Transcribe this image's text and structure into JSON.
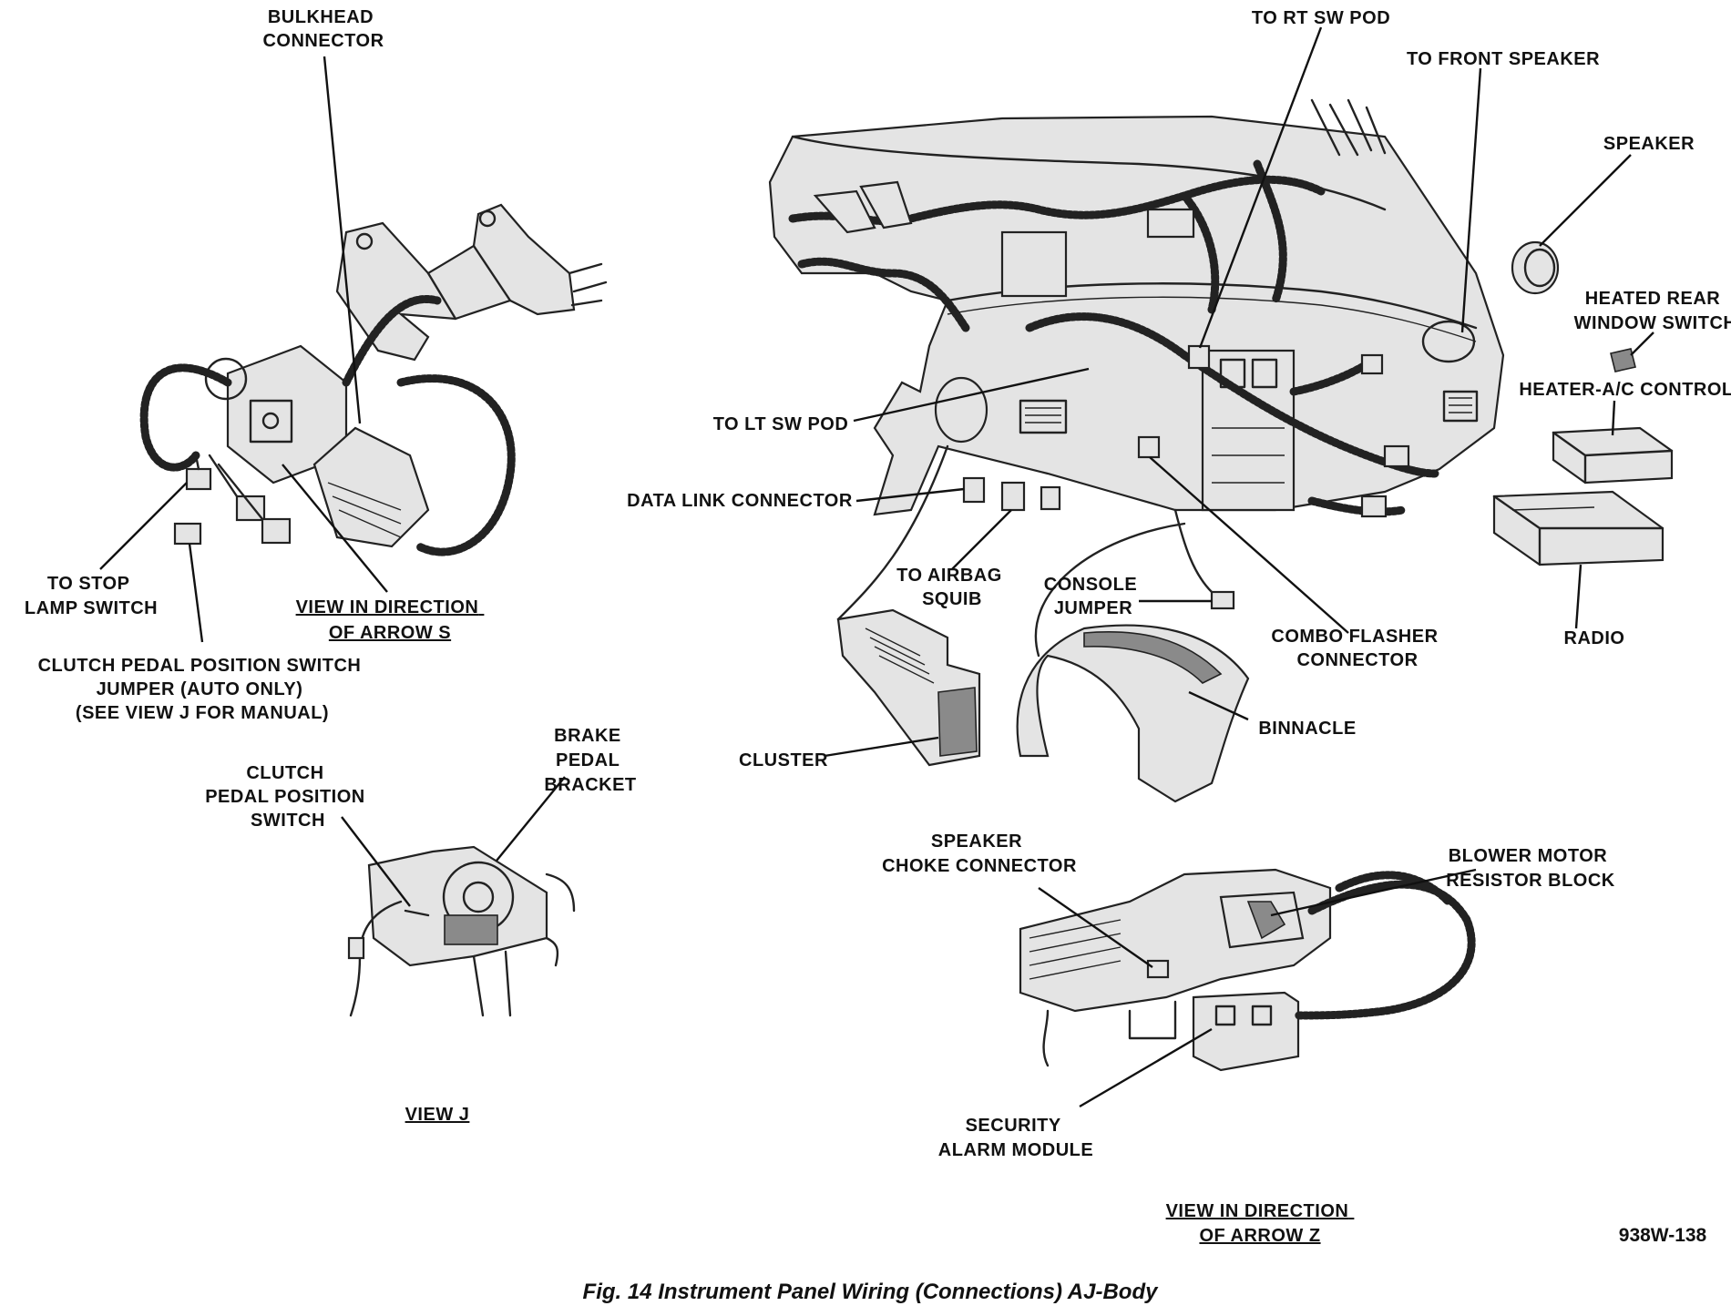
{
  "labels": {
    "bulkhead_connector": [
      "BULKHEAD",
      "CONNECTOR"
    ],
    "to_stop_lamp_switch": [
      "TO STOP",
      "LAMP SWITCH"
    ],
    "view_arrow_s": [
      "VIEW IN DIRECTION",
      "OF ARROW S"
    ],
    "clutch_jumper": [
      "CLUTCH PEDAL POSITION SWITCH",
      "JUMPER (AUTO ONLY)",
      "(SEE VIEW J FOR MANUAL)"
    ],
    "clutch_pedal_position_switch": [
      "CLUTCH",
      "PEDAL POSITION",
      "SWITCH"
    ],
    "brake_pedal_bracket": [
      "BRAKE",
      "PEDAL",
      "BRACKET"
    ],
    "view_j": "VIEW J",
    "to_rt_sw_pod": "TO RT SW POD",
    "to_front_speaker": "TO FRONT SPEAKER",
    "speaker": "SPEAKER",
    "heated_rear_window_switch": [
      "HEATED REAR",
      "WINDOW SWITCH"
    ],
    "heater_ac_control": "HEATER-A/C CONTROL",
    "to_lt_sw_pod": "TO LT SW POD",
    "data_link_connector": "DATA LINK CONNECTOR",
    "to_airbag_squib": [
      "TO AIRBAG",
      "SQUIB"
    ],
    "console_jumper": [
      "CONSOLE",
      "JUMPER"
    ],
    "combo_flasher_connector": [
      "COMBO FLASHER",
      "CONNECTOR"
    ],
    "radio": "RADIO",
    "binnacle": "BINNACLE",
    "cluster": "CLUSTER",
    "speaker_choke_connector": [
      "SPEAKER",
      "CHOKE CONNECTOR"
    ],
    "blower_motor_resistor_block": [
      "BLOWER MOTOR",
      "RESISTOR BLOCK"
    ],
    "security_alarm_module": [
      "SECURITY",
      "ALARM MODULE"
    ],
    "view_arrow_z": [
      "VIEW IN DIRECTION",
      "OF ARROW Z"
    ]
  },
  "figure_id": "938W-138",
  "caption": "Fig. 14 Instrument Panel Wiring (Connections) AJ-Body"
}
